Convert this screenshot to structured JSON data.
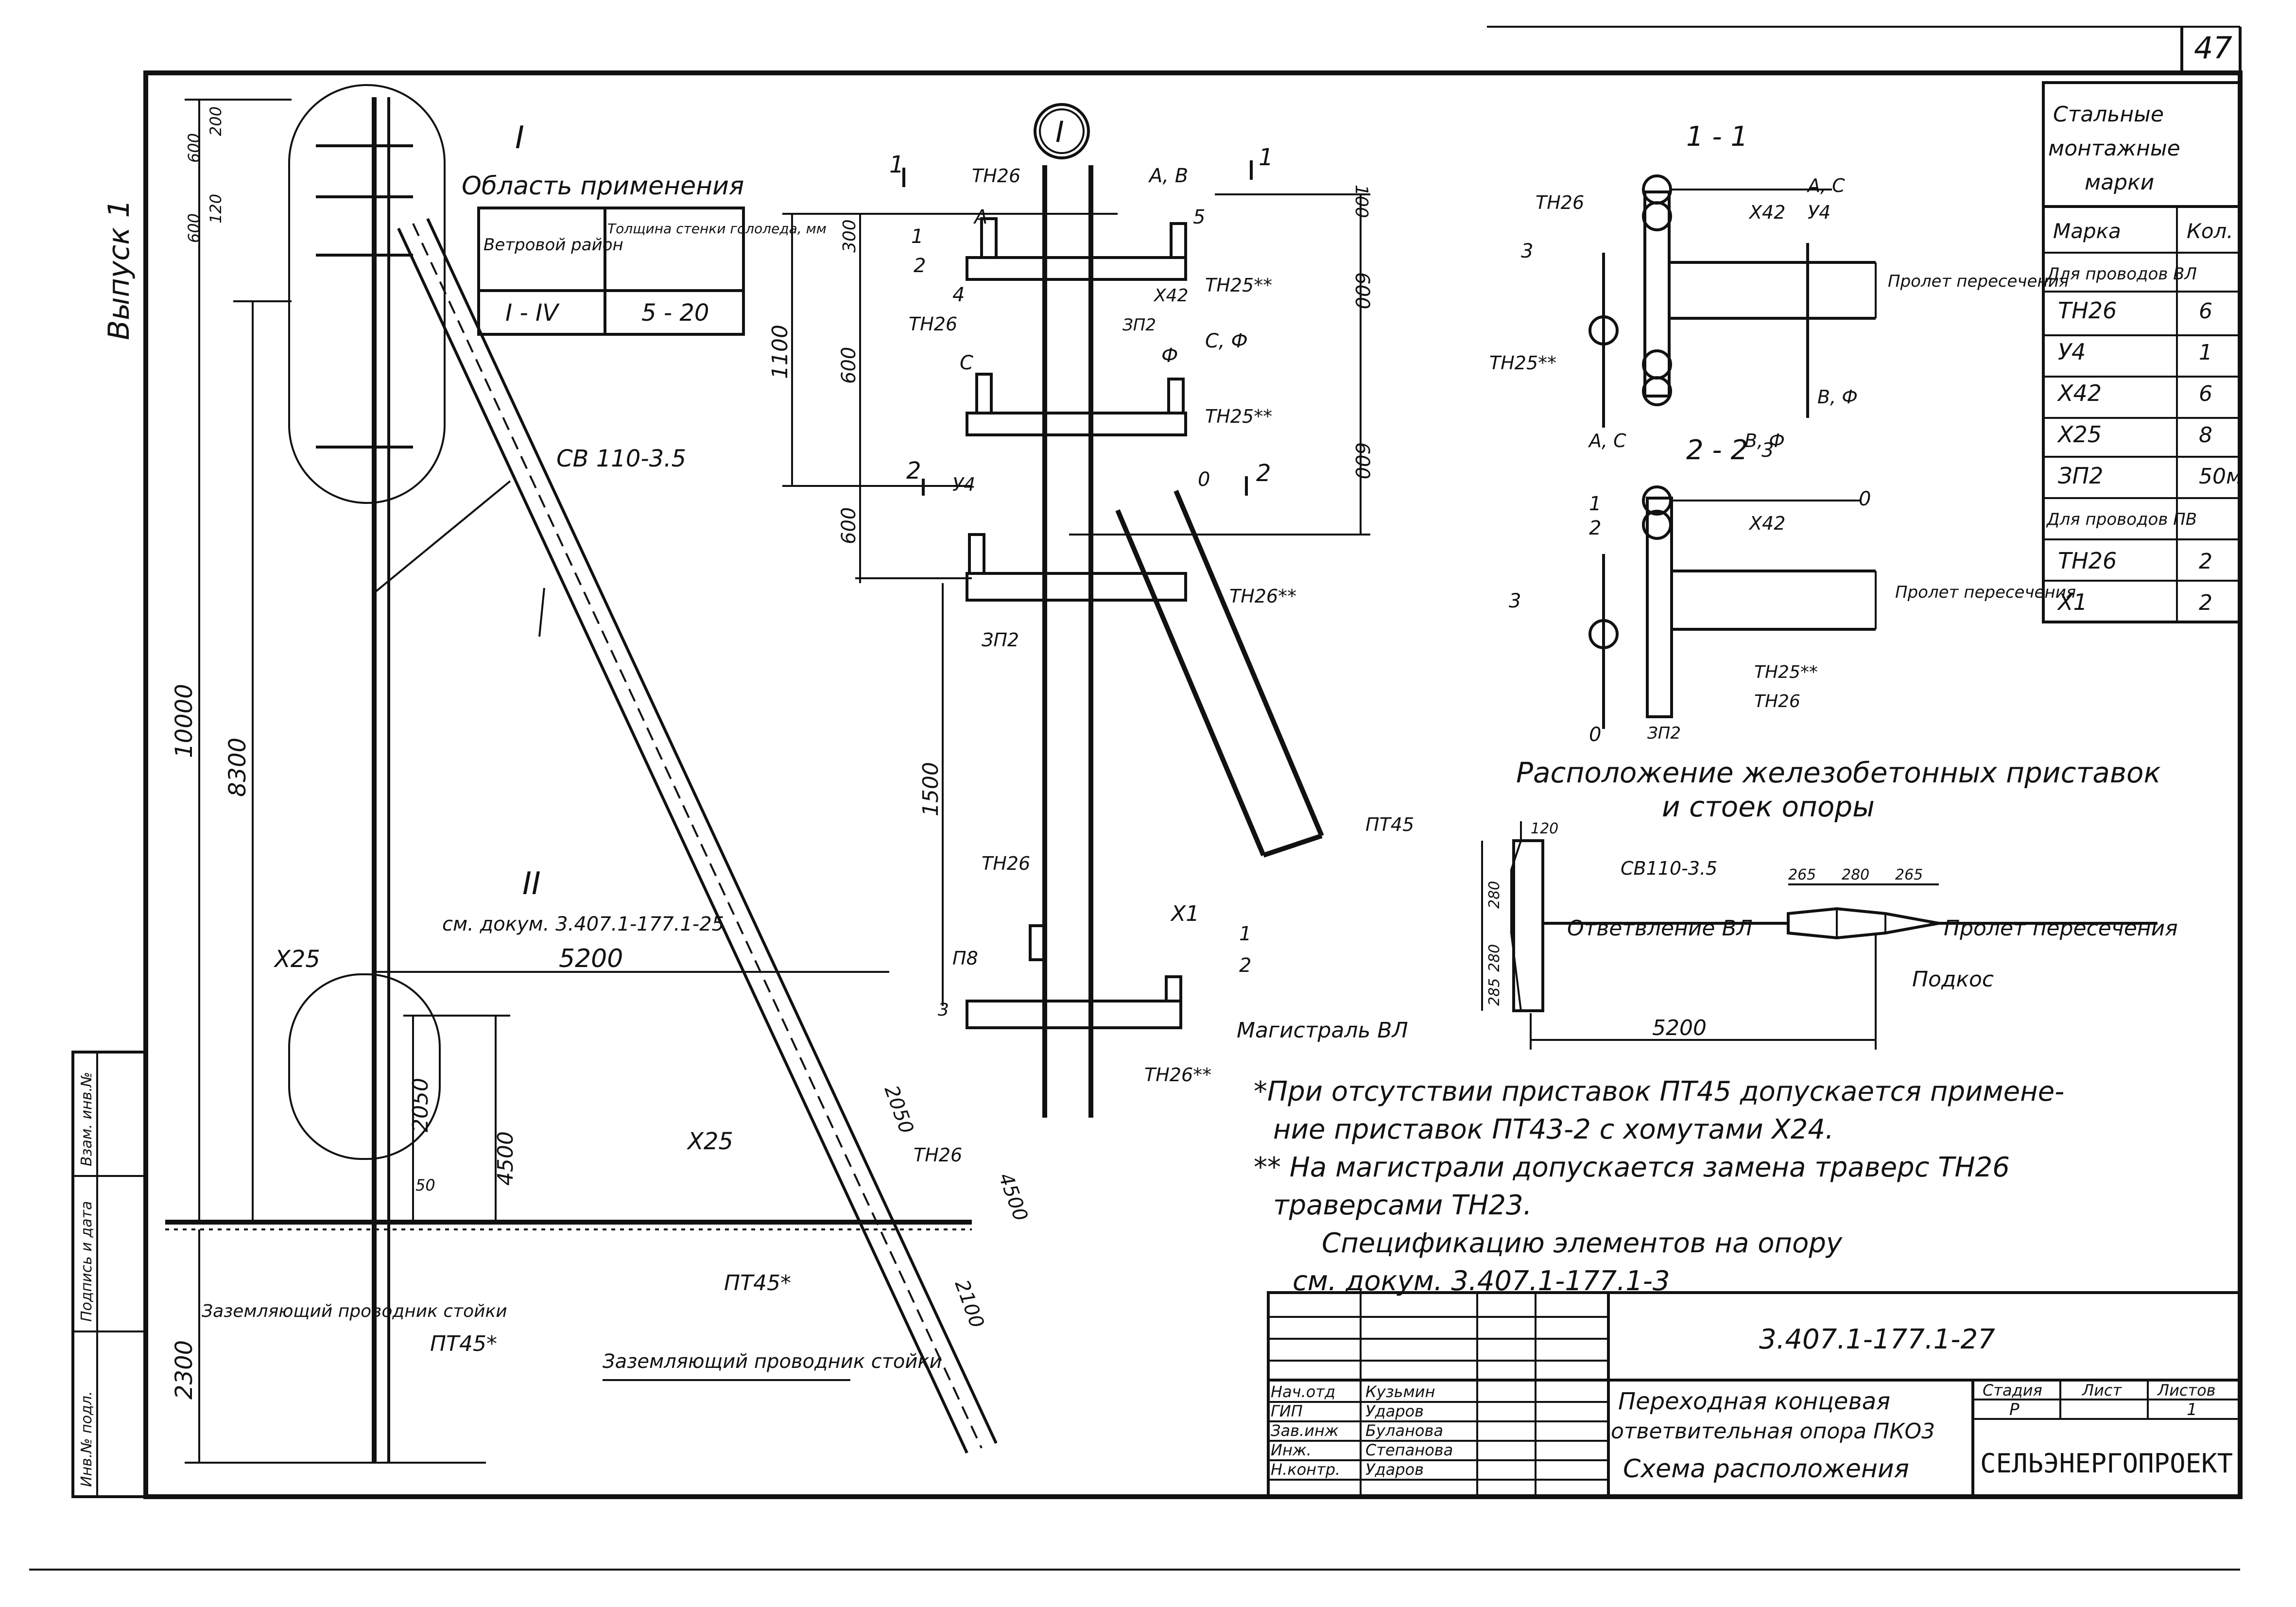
{
  "sheet": {
    "page_number": "47",
    "issue": "Выпуск 1",
    "side_stamp": [
      "Инв.№ подл.",
      "Подпись и дата",
      "Взам. инв.№"
    ]
  },
  "applicability": {
    "title": "Область применения",
    "headers": [
      "Ветровой район",
      "Толщина стенки гололеда, мм"
    ],
    "values": [
      "I - IV",
      "5 - 20"
    ]
  },
  "main_view": {
    "node1_label": "I",
    "node2_label": "II",
    "node2_ref": "см. докум. 3.407.1-177.1-25",
    "pole_label": "СВ 110-3.5",
    "dims_vertical": [
      "200",
      "600",
      "600",
      "120",
      "10000",
      "8300",
      "2300"
    ],
    "dims_node2": [
      "5200",
      "2050",
      "4500",
      "50"
    ],
    "part_labels": [
      "Х25",
      "ПТ45*",
      "Х25",
      "ПТ45*"
    ],
    "ground_conductor": "Заземляющий проводник стойки",
    "ground_conductor2": "Заземляющий проводник стойки",
    "strut_dims": [
      "2050",
      "4500",
      "2100"
    ]
  },
  "node_detail": {
    "circle_label": "I",
    "section_marks": [
      "1",
      "1",
      "2",
      "2"
    ],
    "phases": [
      "А, В",
      "С, Ф",
      "0",
      "А",
      "С",
      "Ф"
    ],
    "dims": [
      "100",
      "300",
      "1100",
      "600",
      "600",
      "600",
      "600",
      "1500"
    ],
    "labels": [
      "ТН26",
      "ТН26",
      "ТН25**",
      "ТН26",
      "Х42",
      "ЗП2",
      "ТН25**",
      "У4",
      "ТН26**",
      "ЗП2",
      "ТН26",
      "Х1",
      "П8",
      "ТН26**",
      "1",
      "2",
      "4",
      "5",
      "1",
      "2",
      "3"
    ]
  },
  "section11": {
    "title": "1 - 1",
    "labels": [
      "ТН26",
      "3",
      "Х42",
      "У4",
      "ТН25**",
      "А, С",
      "А, С",
      "В, Ф",
      "В, Ф"
    ],
    "span": "Пролет пересечения"
  },
  "section22": {
    "title": "2 - 2",
    "labels": [
      "1",
      "2",
      "3",
      "0",
      "Х42",
      "3",
      "ТН25**",
      "ТН26",
      "ЗП2",
      "0"
    ],
    "span": "Пролет пересечения"
  },
  "marks_table": {
    "title": "Стальные монтажные марки",
    "headers": [
      "Марка",
      "Кол."
    ],
    "group1": "Для проводов ВЛ",
    "rows1": [
      [
        "ТН26",
        "6"
      ],
      [
        "У4",
        "1"
      ],
      [
        "Х42",
        "6"
      ],
      [
        "Х25",
        "8"
      ],
      [
        "ЗП2",
        "50м"
      ]
    ],
    "group2": "Для проводов ПВ",
    "rows2": [
      [
        "ТН26",
        "2"
      ],
      [
        "Х1",
        "2"
      ]
    ]
  },
  "plan": {
    "title_line1": "Расположение железобетонных приставок",
    "title_line2": "и стоек опоры",
    "labels": [
      "ПТ45",
      "СВ110-3.5",
      "Ответвление ВЛ",
      "Пролет пересечения",
      "Подкос",
      "Магистраль ВЛ"
    ],
    "dims": [
      "120",
      "280",
      "280",
      "285",
      "265",
      "280",
      "265",
      "5200"
    ]
  },
  "notes": [
    "*При отсутствии приставок ПТ45 допускается примене-",
    "ние приставок ПТ43-2 с хомутами Х24.",
    "** На магистрали допускается замена траверс ТН26",
    "траверсами ТН23.",
    "Спецификацию элементов на опору",
    "см. докум. 3.407.1-177.1-3"
  ],
  "title_block": {
    "doc_number": "3.407.1-177.1-27",
    "roles": [
      "Нач.отд",
      "ГИП",
      "Зав.инж",
      "Инж.",
      "Н.контр."
    ],
    "names": [
      "Кузьмин",
      "Ударов",
      "Буланова",
      "Степанова",
      "Ударов"
    ],
    "title_line1": "Переходная концевая",
    "title_line2": "ответвительная опора ПКО3",
    "title_line3": "Схема расположения",
    "stage_header": "Стадия",
    "sheet_header": "Лист",
    "sheets_header": "Листов",
    "stage": "Р",
    "sheets": "1",
    "organization": "СЕЛЬЭНЕРГОПРОЕКТ"
  }
}
